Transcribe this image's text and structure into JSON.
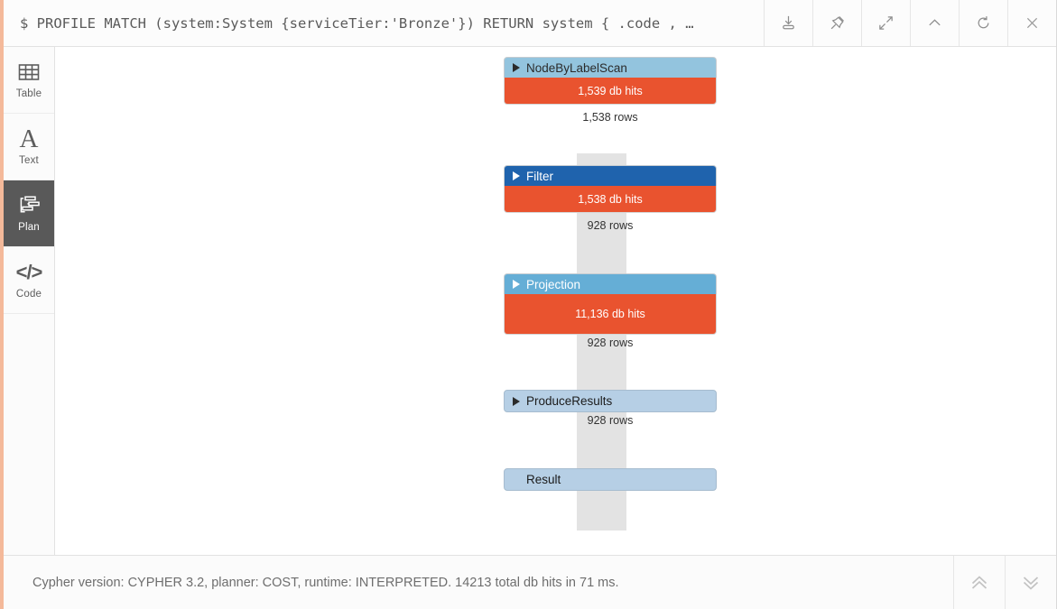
{
  "query_bar": {
    "query": "$ PROFILE MATCH (system:System {serviceTier:'Bronze'}) RETURN system { .code , …",
    "actions": [
      {
        "name": "download-icon",
        "title": "Download"
      },
      {
        "name": "pin-icon",
        "title": "Pin"
      },
      {
        "name": "expand-icon",
        "title": "Expand"
      },
      {
        "name": "chevron-up-icon",
        "title": "Collapse"
      },
      {
        "name": "refresh-icon",
        "title": "Rerun"
      },
      {
        "name": "close-icon",
        "title": "Close"
      }
    ]
  },
  "sidebar": {
    "items": [
      {
        "label": "Table",
        "icon": "table-icon",
        "active": false
      },
      {
        "label": "Text",
        "icon": "text-icon",
        "active": false
      },
      {
        "label": "Plan",
        "icon": "plan-icon",
        "active": true
      },
      {
        "label": "Code",
        "icon": "code-icon",
        "active": false
      }
    ]
  },
  "plan": {
    "nodes": [
      {
        "name": "NodeByLabelScan",
        "db_hits": "1,539 db hits",
        "rows": "1,538 rows",
        "header_color": "#93c4de",
        "text_color": "#2b2b2b",
        "has_hits": true,
        "has_triangle": true
      },
      {
        "name": "Filter",
        "db_hits": "1,538 db hits",
        "rows": "928 rows",
        "header_color": "#1f63ad",
        "text_color": "#ffffff",
        "has_hits": true,
        "has_triangle": true
      },
      {
        "name": "Projection",
        "db_hits": "11,136 db hits",
        "rows": "928 rows",
        "header_color": "#65aed6",
        "text_color": "#ffffff",
        "has_hits": true,
        "has_triangle": true
      },
      {
        "name": "ProduceResults",
        "db_hits": "",
        "rows": "928 rows",
        "header_color": "#b6cfe5",
        "text_color": "#1c1c1c",
        "has_hits": false,
        "has_triangle": true
      },
      {
        "name": "Result",
        "db_hits": "",
        "rows": "",
        "header_color": "#b6cfe5",
        "text_color": "#1c1c1c",
        "has_hits": false,
        "has_triangle": false
      }
    ],
    "hits_bar_color": "#e9532f",
    "connector_color": "#e3e3e3"
  },
  "footer": {
    "summary": "Cypher version: CYPHER 3.2, planner: COST, runtime: INTERPRETED. 14213 total db hits in 71 ms.",
    "actions": [
      {
        "name": "double-chevron-up-icon",
        "title": "Scroll up"
      },
      {
        "name": "double-chevron-down-icon",
        "title": "Scroll down"
      }
    ]
  }
}
